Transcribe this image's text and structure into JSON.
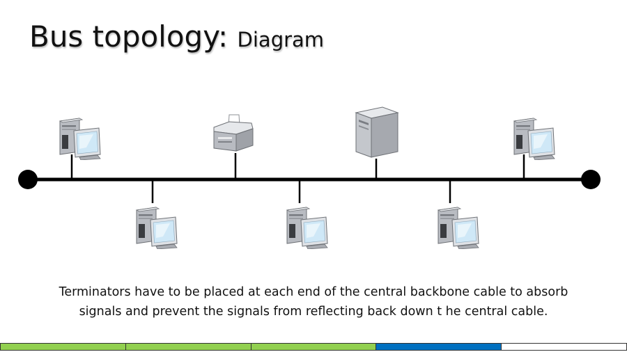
{
  "slide": {
    "title_main": "Bus topology:",
    "title_sub": "Diagram",
    "caption_line1": "Terminators have to be placed at each end of the central backbone cable to absorb",
    "caption_line2": "signals and prevent the signals from reflecting back down t he central cable."
  },
  "diagram": {
    "nodes": [
      {
        "id": "workstation-1",
        "icon": "desktop-computer-icon",
        "side": "above"
      },
      {
        "id": "workstation-2",
        "icon": "desktop-computer-icon",
        "side": "below"
      },
      {
        "id": "printer",
        "icon": "printer-icon",
        "side": "above"
      },
      {
        "id": "workstation-3",
        "icon": "desktop-computer-icon",
        "side": "below"
      },
      {
        "id": "server",
        "icon": "server-tower-icon",
        "side": "above"
      },
      {
        "id": "workstation-4",
        "icon": "desktop-computer-icon",
        "side": "below"
      },
      {
        "id": "workstation-5",
        "icon": "desktop-computer-icon",
        "side": "above"
      }
    ],
    "terminators": [
      "left-terminator",
      "right-terminator"
    ]
  },
  "progress_bar": {
    "segments": [
      {
        "color": "#92d050"
      },
      {
        "color": "#92d050"
      },
      {
        "color": "#92d050"
      },
      {
        "color": "#0070c0"
      },
      {
        "color": "#ffffff"
      }
    ]
  },
  "colors": {
    "backbone": "#000000",
    "device_body": "#c8cbd0",
    "screen": "#cfe8f7"
  }
}
